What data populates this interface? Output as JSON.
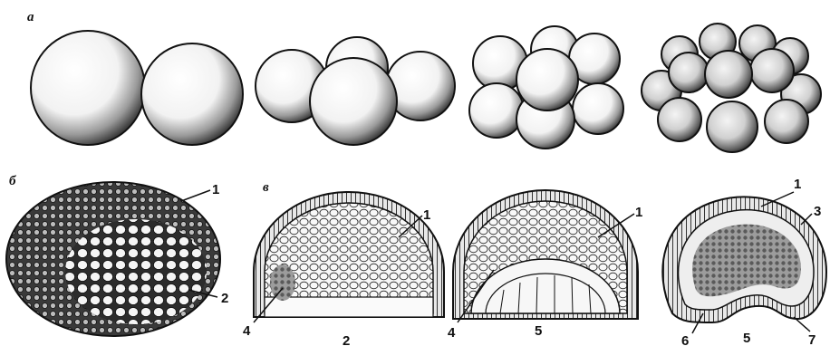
{
  "panels": {
    "a": {
      "letter": "а",
      "stages": [
        "2-cell",
        "4-cell",
        "8-cell",
        "16-cell"
      ]
    },
    "b": {
      "letter": "б",
      "labels": [
        "1",
        "2"
      ]
    },
    "v": {
      "letter": "в",
      "embryo1": {
        "labels": [
          "1",
          "4",
          "2"
        ]
      },
      "embryo2": {
        "labels": [
          "1",
          "4",
          "5"
        ]
      },
      "embryo3": {
        "labels": [
          "1",
          "3",
          "6",
          "5",
          "7"
        ]
      }
    }
  }
}
